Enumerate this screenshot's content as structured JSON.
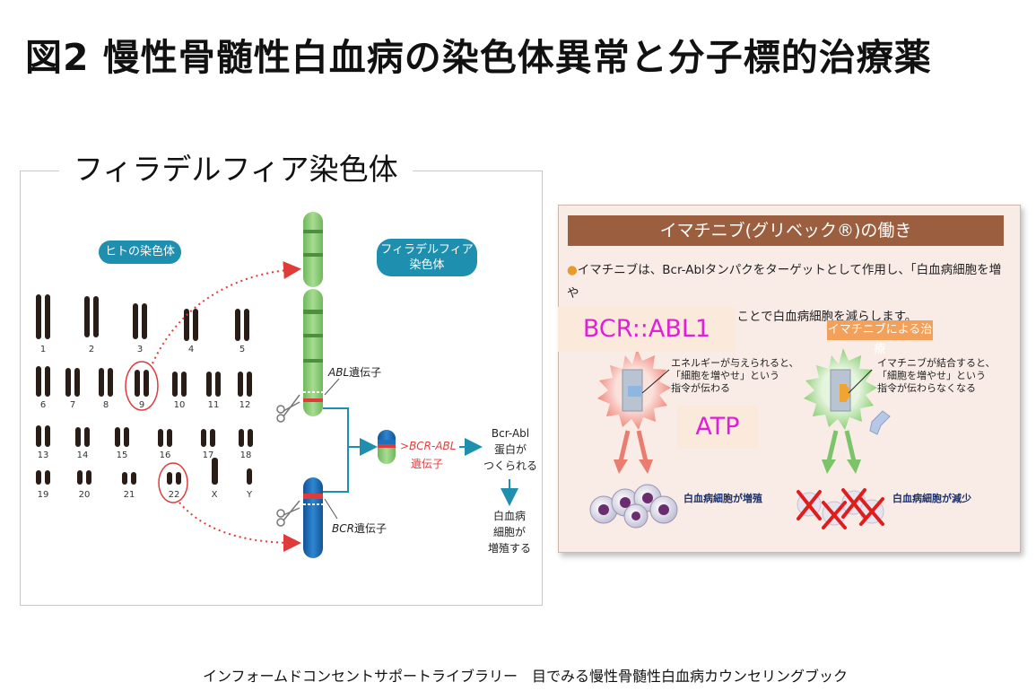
{
  "title": "図2 慢性骨髄性白血病の染色体異常と分子標的治療薬",
  "left": {
    "heading": "フィラデルフィア染色体",
    "human_chromosomes_label": "ヒトの染色体",
    "ph_label_line1": "フィラデルフィア",
    "ph_label_line2": "染色体",
    "chromosome_numbers": [
      "1",
      "2",
      "3",
      "4",
      "5",
      "6",
      "7",
      "8",
      "9",
      "10",
      "11",
      "12",
      "13",
      "14",
      "15",
      "16",
      "17",
      "18",
      "19",
      "20",
      "21",
      "22",
      "X",
      "Y"
    ],
    "abl_gene_italic": "ABL",
    "abl_gene_suffix": "遺伝子",
    "bcr_gene_italic": "BCR",
    "bcr_gene_suffix": "遺伝子",
    "fusion_gene_italic": "BCR-ABL",
    "fusion_gene_suffix": "遺伝子",
    "protein_line1": "Bcr-Abl",
    "protein_line2": "蛋白が",
    "protein_line3": "つくられる",
    "result_line1": "白血病",
    "result_line2": "細胞が",
    "result_line3": "増殖する"
  },
  "right": {
    "header": "イマチニブ(グリベック®)の働き",
    "desc_line1": "イマチニブは、Bcr-Ablタンパクをターゲットとして作用し、「白血病細胞を増や",
    "desc_line2": "せ！」という指令を遮断することで白血病細胞を減らします。",
    "bcr_abl_label": "BCR::ABL1",
    "atp_label": "ATP",
    "treatment_badge": "イマチニブによる治療",
    "energy_line1": "エネルギーが与えられると、",
    "energy_line2": "「細胞を増やせ」という",
    "energy_line3": "指令が伝わる",
    "bind_line1": "イマチニブが結合すると、",
    "bind_line2": "「細胞を増やせ」という",
    "bind_line3": "指令が伝わらなくなる",
    "increase_label": "白血病細胞が増殖",
    "decrease_label": "白血病細胞が減少"
  },
  "footer": "インフォームドコンセントサポートライブラリー　目でみる慢性骨髄性白血病カウンセリングブック",
  "colors": {
    "teal": "#1e8fae",
    "chromosome_green": "#8fcc7a",
    "chromosome_blue": "#1f6fb8",
    "red_dotted": "#e03b3b",
    "header_brown": "#9b5f3f",
    "magenta": "#e020d8",
    "orange": "#f2a05a"
  }
}
